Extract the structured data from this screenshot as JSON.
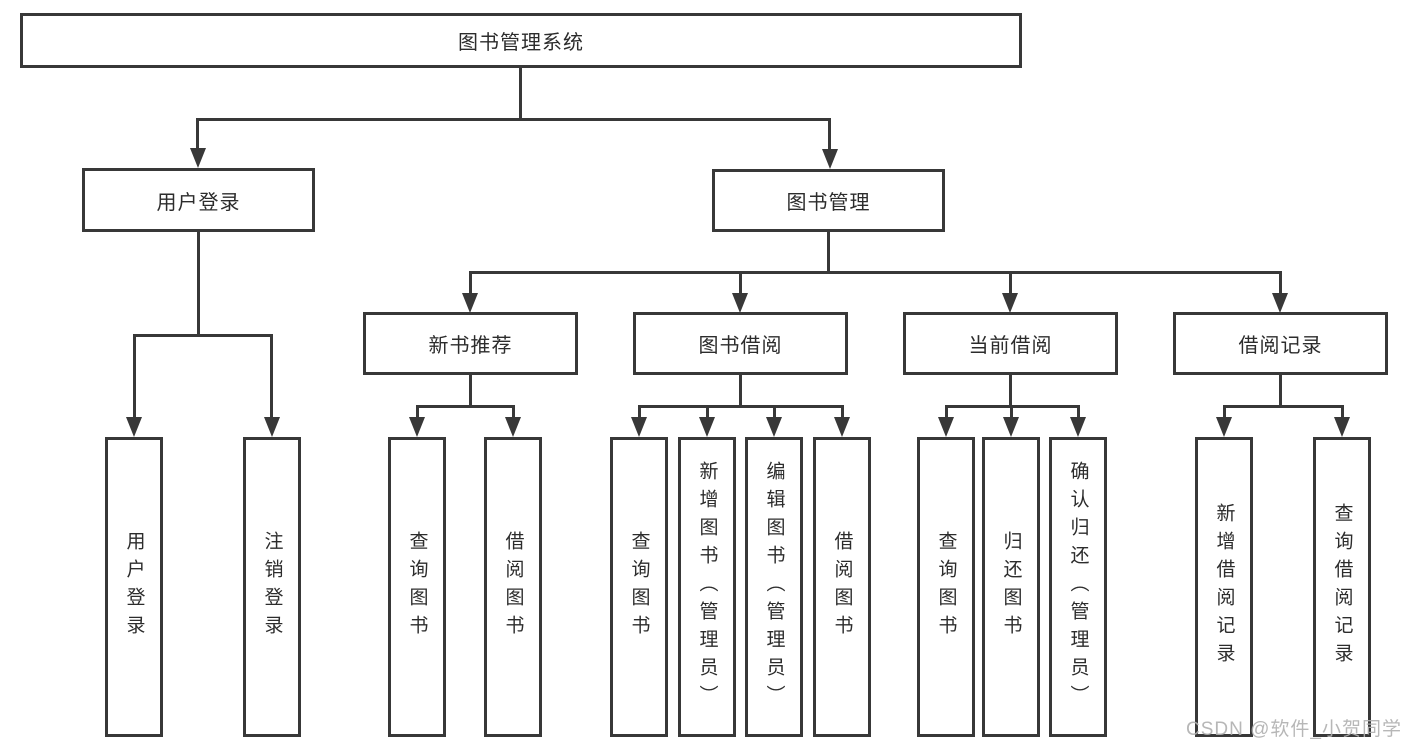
{
  "diagram": {
    "type": "hierarchy-tree",
    "root": {
      "label": "图书管理系统",
      "children": [
        {
          "label": "用户登录",
          "children": [
            {
              "label": "用户登录"
            },
            {
              "label": "注销登录"
            }
          ]
        },
        {
          "label": "图书管理",
          "children": [
            {
              "label": "新书推荐",
              "children": [
                {
                  "label": "查询图书"
                },
                {
                  "label": "借阅图书"
                }
              ]
            },
            {
              "label": "图书借阅",
              "children": [
                {
                  "label": "查询图书"
                },
                {
                  "label": "新增图书（管理员）"
                },
                {
                  "label": "编辑图书（管理员）"
                },
                {
                  "label": "借阅图书"
                }
              ]
            },
            {
              "label": "当前借阅",
              "children": [
                {
                  "label": "查询图书"
                },
                {
                  "label": "归还图书"
                },
                {
                  "label": "确认归还（管理员）"
                }
              ]
            },
            {
              "label": "借阅记录",
              "children": [
                {
                  "label": "新增借阅记录"
                },
                {
                  "label": "查询借阅记录"
                }
              ]
            }
          ]
        }
      ]
    },
    "colors": {
      "line": "#383838",
      "text": "#2c2c2c",
      "background": "#ffffff",
      "watermark_text": "#b0b0b0"
    }
  },
  "watermark": {
    "text": "CSDN @软件_小贺同学"
  }
}
